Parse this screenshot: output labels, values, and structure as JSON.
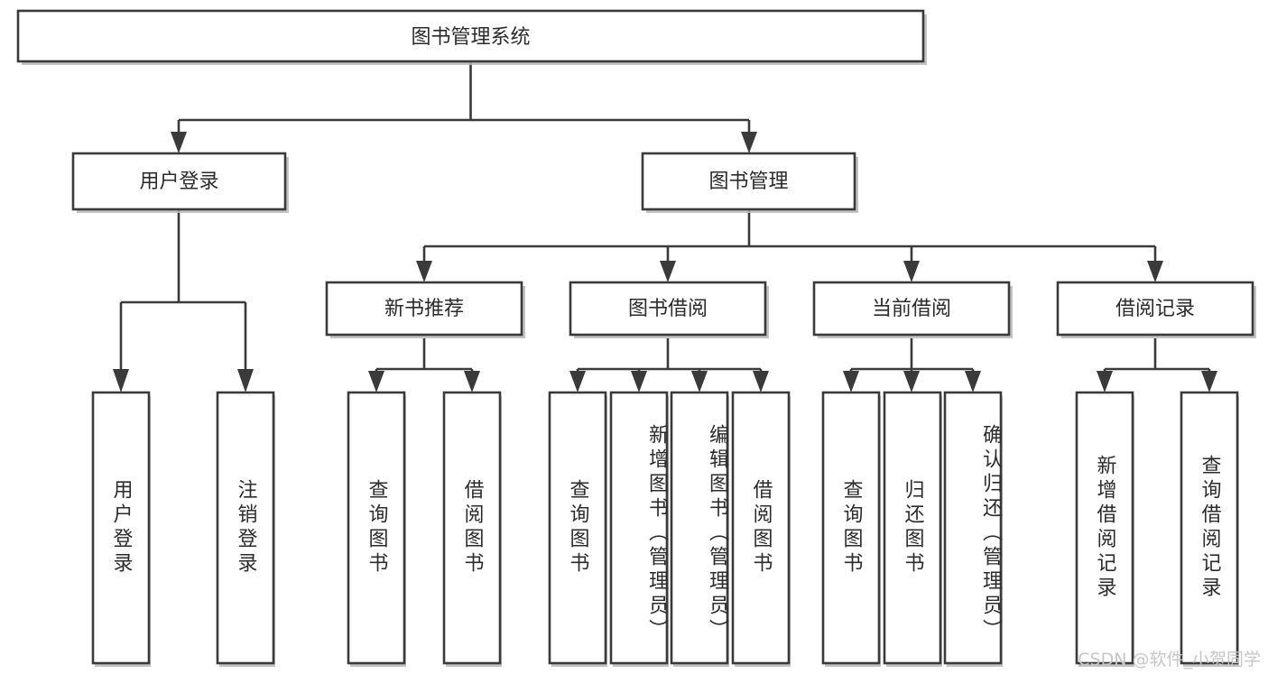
{
  "diagram": {
    "title": "图书管理系统",
    "type": "tree",
    "watermark": "CSDN @软件_小贺同学",
    "colors": {
      "stroke": "#3a3a3a",
      "fill": "#ffffff",
      "text": "#2b2b2b",
      "watermark": "#c6c6c6",
      "background": "#ffffff"
    },
    "root": {
      "label": "图书管理系统"
    },
    "level2": [
      {
        "label": "用户登录"
      },
      {
        "label": "图书管理"
      }
    ],
    "level3": [
      {
        "label": "新书推荐"
      },
      {
        "label": "图书借阅"
      },
      {
        "label": "当前借阅"
      },
      {
        "label": "借阅记录"
      }
    ],
    "leaves": {
      "user_login": [
        {
          "label": "用户登录"
        },
        {
          "label": "注销登录"
        }
      ],
      "new_book_recommend": [
        {
          "label": "查询图书"
        },
        {
          "label": "借阅图书"
        }
      ],
      "book_borrow": [
        {
          "label": "查询图书"
        },
        {
          "label": "新增图书（管理员）"
        },
        {
          "label": "编辑图书（管理员）"
        },
        {
          "label": "借阅图书"
        }
      ],
      "current_borrow": [
        {
          "label": "查询图书"
        },
        {
          "label": "归还图书"
        },
        {
          "label": "确认归还（管理员）"
        }
      ],
      "borrow_record": [
        {
          "label": "新增借阅记录"
        },
        {
          "label": "查询借阅记录"
        }
      ]
    }
  }
}
